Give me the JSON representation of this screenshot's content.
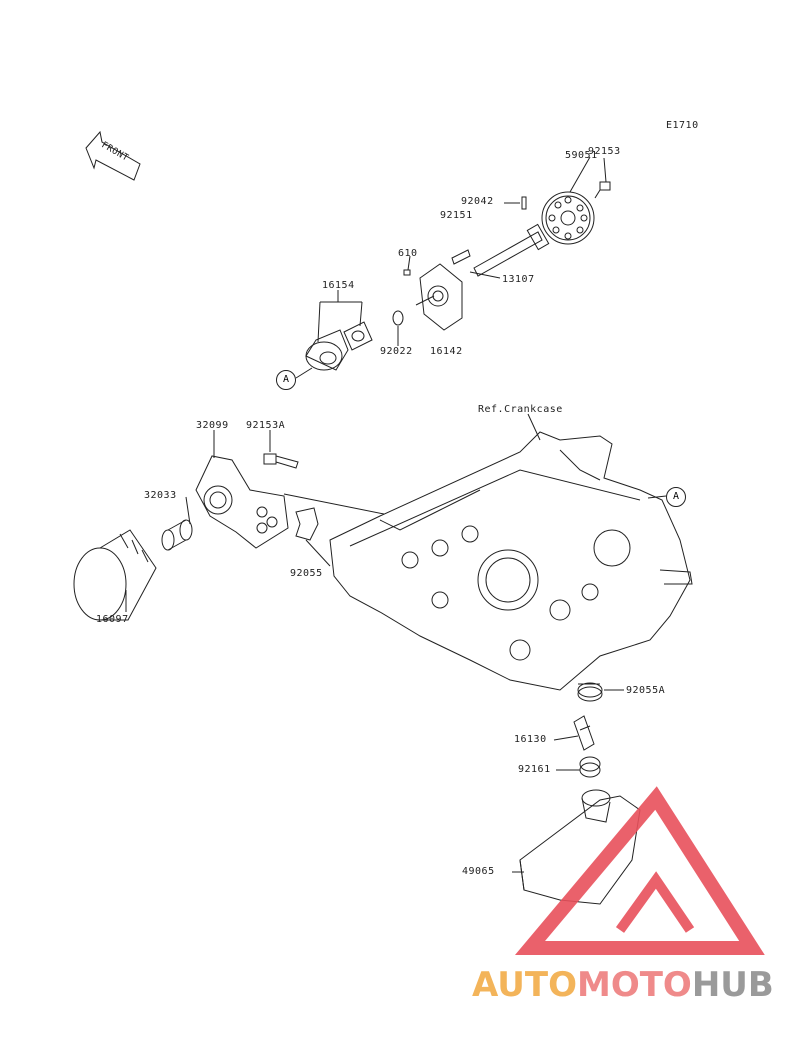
{
  "diagram_code": "E1710",
  "front_label": "FRONT",
  "ref_label": "Ref.Crankcase",
  "marker": "A",
  "parts": {
    "p59051": "59051",
    "p92153": "92153",
    "p92042": "92042",
    "p92151": "92151",
    "p610": "610",
    "p13107": "13107",
    "p16154": "16154",
    "p92022": "92022",
    "p16142": "16142",
    "p32099": "32099",
    "p92153A": "92153A",
    "p32033": "32033",
    "p92055": "92055",
    "p16097": "16097",
    "p92055A": "92055A",
    "p16130": "16130",
    "p92161": "92161",
    "p49065": "49065"
  },
  "watermark": {
    "part1": "AUTO",
    "part2": "MOTO",
    "part3": "HUB"
  },
  "colors": {
    "line": "#222222",
    "watermark_red": "#e8505b",
    "watermark_orange": "#f3b45a",
    "watermark_gray": "#9a9a9a"
  }
}
